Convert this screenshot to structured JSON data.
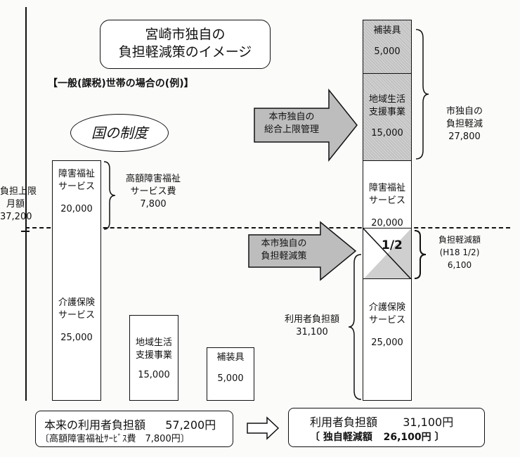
{
  "title": {
    "line1": "宮崎市独自の",
    "line2": "負担軽減策のイメージ"
  },
  "subtitle": "【一般(課税)世帯の場合の(例)】",
  "national_system": "国の制度",
  "upper_limit": {
    "line1": "負担上限",
    "line2": "月額",
    "value": "37,200"
  },
  "left_stack": {
    "disability": {
      "line1": "障害福祉",
      "line2": "サービス",
      "value": "20,000"
    },
    "care": {
      "line1": "介護保険",
      "line2": "サービス",
      "value": "25,000"
    }
  },
  "high_cost": {
    "line1": "高額障害福祉",
    "line2": "サービス費",
    "value": "7,800"
  },
  "community_bar": {
    "line1": "地域生活",
    "line2": "支援事業",
    "value": "15,000"
  },
  "equipment_bar": {
    "line1": "補装具",
    "value": "5,000"
  },
  "arrow_top": {
    "line1": "本市独自の",
    "line2": "総合上限管理"
  },
  "arrow_bottom": {
    "line1": "本市独自の",
    "line2": "負担軽減策"
  },
  "right_stack": {
    "equipment": {
      "line1": "補装具",
      "value": "5,000"
    },
    "community": {
      "line1": "地域生活",
      "line2": "支援事業",
      "value": "15,000"
    },
    "disability": {
      "line1": "障害福祉",
      "line2": "サービス",
      "value": "20,000"
    },
    "half": "1/2",
    "care": {
      "line1": "介護保険",
      "line2": "サービス",
      "value": "25,000"
    }
  },
  "city_reduction": {
    "line1": "市独自の",
    "line2": "負担軽減",
    "value": "27,800"
  },
  "reduction_amount": {
    "line1": "負担軽減額",
    "line2": "(H18 1/2)",
    "value": "6,100"
  },
  "user_burden": {
    "line1": "利用者負担額",
    "value": "31,100"
  },
  "bottom_left": {
    "line1_label": "本来の利用者負担額",
    "line1_value": "57,200円",
    "line2": "〔高額障害福祉ｻｰﾋﾞｽ費　7,800円〕"
  },
  "bottom_right": {
    "line1_label": "利用者負担額",
    "line1_value": "31,100円",
    "line2_label": "〔 独自軽減額",
    "line2_value": "26,100円 〕"
  },
  "colors": {
    "line": "#111111",
    "hatch": "#cfcfcf",
    "arrow": "#bdbdbd"
  }
}
